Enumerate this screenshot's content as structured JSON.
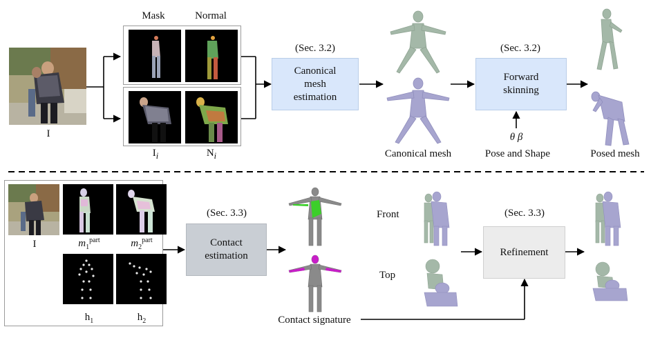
{
  "top": {
    "input_label": "I",
    "col_mask": "Mask",
    "col_normal": "Normal",
    "label_Ii": "I",
    "label_Ii_sub": "i",
    "label_Ni": "N",
    "label_Ni_sub": "i",
    "sec_canonical": "(Sec. 3.2)",
    "canonical_box": "Canonical mesh estimation",
    "canonical_label": "Canonical mesh",
    "sec_forward": "(Sec. 3.2)",
    "forward_box": "Forward skinning",
    "theta_beta": "θ β",
    "pose_shape_label": "Pose and Shape",
    "posed_label": "Posed mesh"
  },
  "bottom": {
    "input_label": "I",
    "m1_base": "m",
    "m1_sub": "1",
    "m1_sup": "part",
    "m2_base": "m",
    "m2_sub": "2",
    "m2_sup": "part",
    "h1_base": "h",
    "h1_sub": "1",
    "h2_base": "h",
    "h2_sub": "2",
    "sec_contact": "(Sec. 3.3)",
    "contact_box": "Contact estimation",
    "contact_signature_label": "Contact signature",
    "front_label": "Front",
    "top_label": "Top",
    "sec_refine": "(Sec. 3.3)",
    "refine_box": "Refinement"
  },
  "colors": {
    "canonical_box_fill": "#d9e7fb",
    "forward_box_fill": "#d9e7fb",
    "contact_box_fill": "#c9ced4",
    "refine_box_fill": "#ececec",
    "mesh_green": "#9fb8a4",
    "mesh_purple": "#a7a5cf",
    "contact_green": "#3ccf2a",
    "contact_magenta": "#c81ec8",
    "body_grey": "#8a8a8a"
  }
}
